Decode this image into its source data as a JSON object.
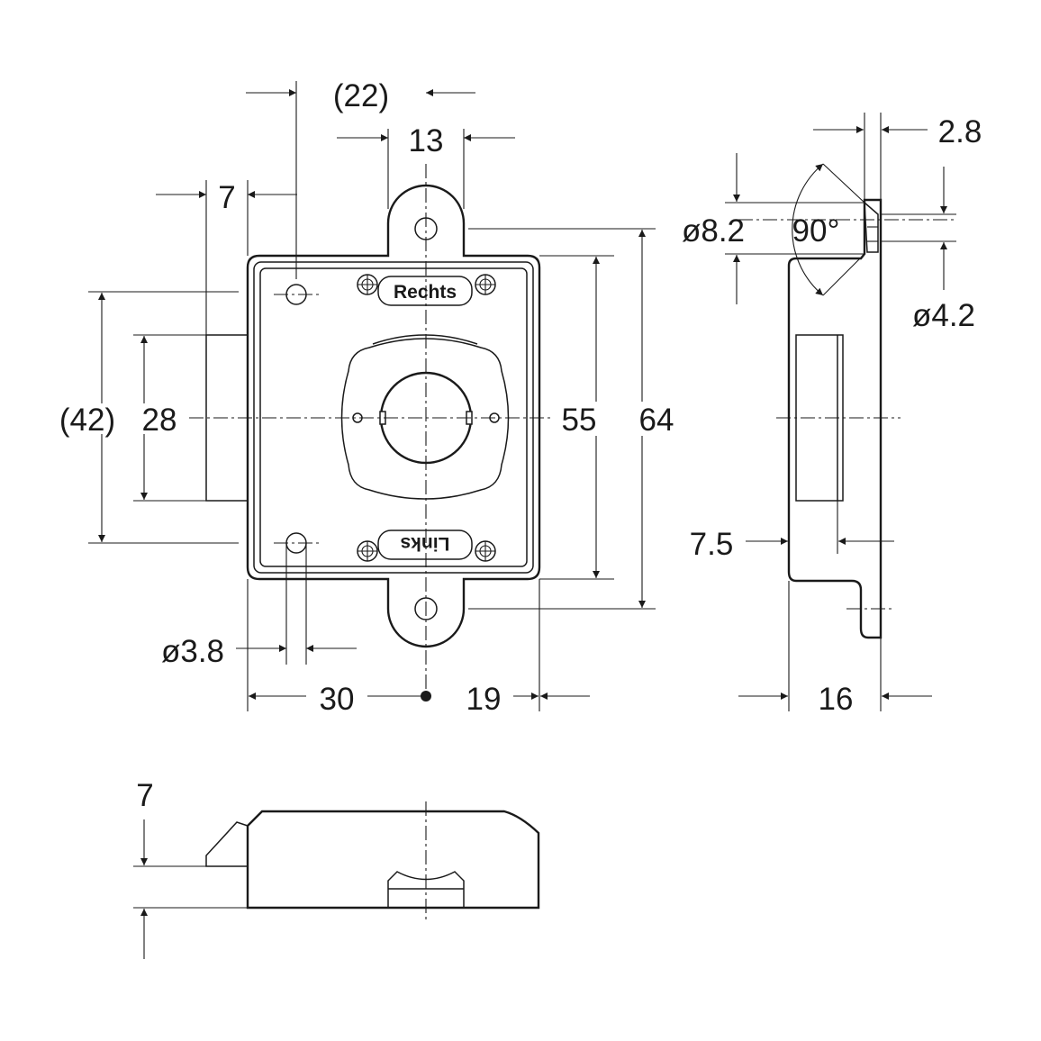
{
  "drawing": {
    "dimensions": {
      "d22": "(22)",
      "d13": "13",
      "d7_top": "7",
      "d42": "(42)",
      "d28": "28",
      "d55": "55",
      "d64": "64",
      "d3_8": "ø3.8",
      "d30": "30",
      "d19": "19",
      "d2_8": "2.8",
      "d8_2": "ø8.2",
      "d90": "90°",
      "d4_2": "ø4.2",
      "d7_5": "7.5",
      "d16": "16",
      "d7_bottom": "7"
    },
    "labels": {
      "right": "Rechts",
      "left": "Links"
    }
  }
}
